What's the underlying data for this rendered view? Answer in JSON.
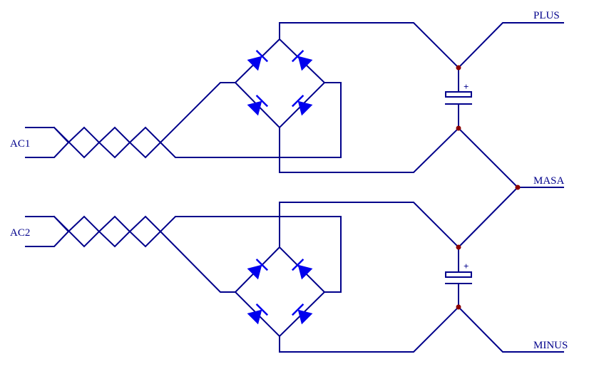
{
  "labels": {
    "ac1": "AC1",
    "ac2": "AC2",
    "plus": "PLUS",
    "masa": "MASA",
    "minus": "MINUS",
    "cap_top_polarity": "+",
    "cap_bottom_polarity": "+"
  },
  "colors": {
    "wire": "#00008b",
    "diode": "#0000ee",
    "node": "#8b0000",
    "background": "#ffffff"
  },
  "components": {
    "inputs": [
      "AC1",
      "AC2"
    ],
    "outputs": [
      "PLUS",
      "MASA",
      "MINUS"
    ],
    "diode_bridges": 2,
    "capacitors": 2
  }
}
